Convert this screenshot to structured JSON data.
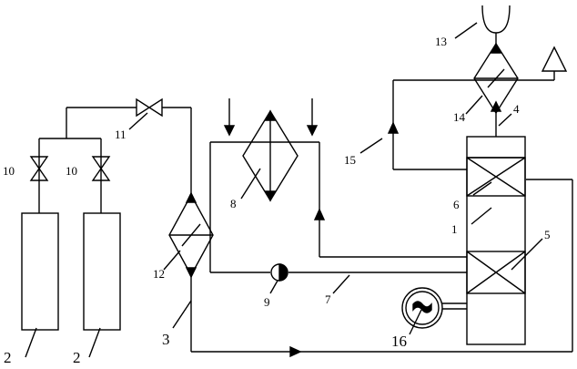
{
  "labels": {
    "l1": "1",
    "l2a": "2",
    "l2b": "2",
    "l3": "3",
    "l4": "4",
    "l5": "5",
    "l6": "6",
    "l7": "7",
    "l8": "8",
    "l9": "9",
    "l10a": "10",
    "l10b": "10",
    "l11": "11",
    "l12": "12",
    "l13": "13",
    "l14": "14",
    "l15": "15",
    "l16": "16"
  }
}
